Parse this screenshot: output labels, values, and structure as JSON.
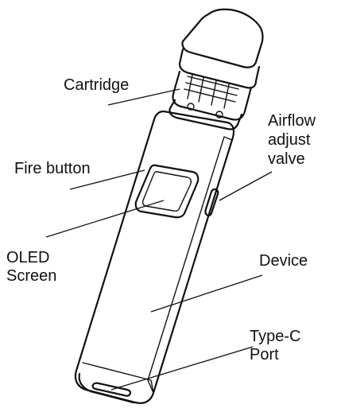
{
  "labels": {
    "cartridge": "Cartridge",
    "fire_button": "Fire button",
    "oled_line1": "OLED",
    "oled_line2": "Screen",
    "airflow_line1": "Airflow",
    "airflow_line2": "adjust",
    "airflow_line3": "valve",
    "device": "Device",
    "typec_line1": "Type-C",
    "typec_line2": "Port"
  }
}
